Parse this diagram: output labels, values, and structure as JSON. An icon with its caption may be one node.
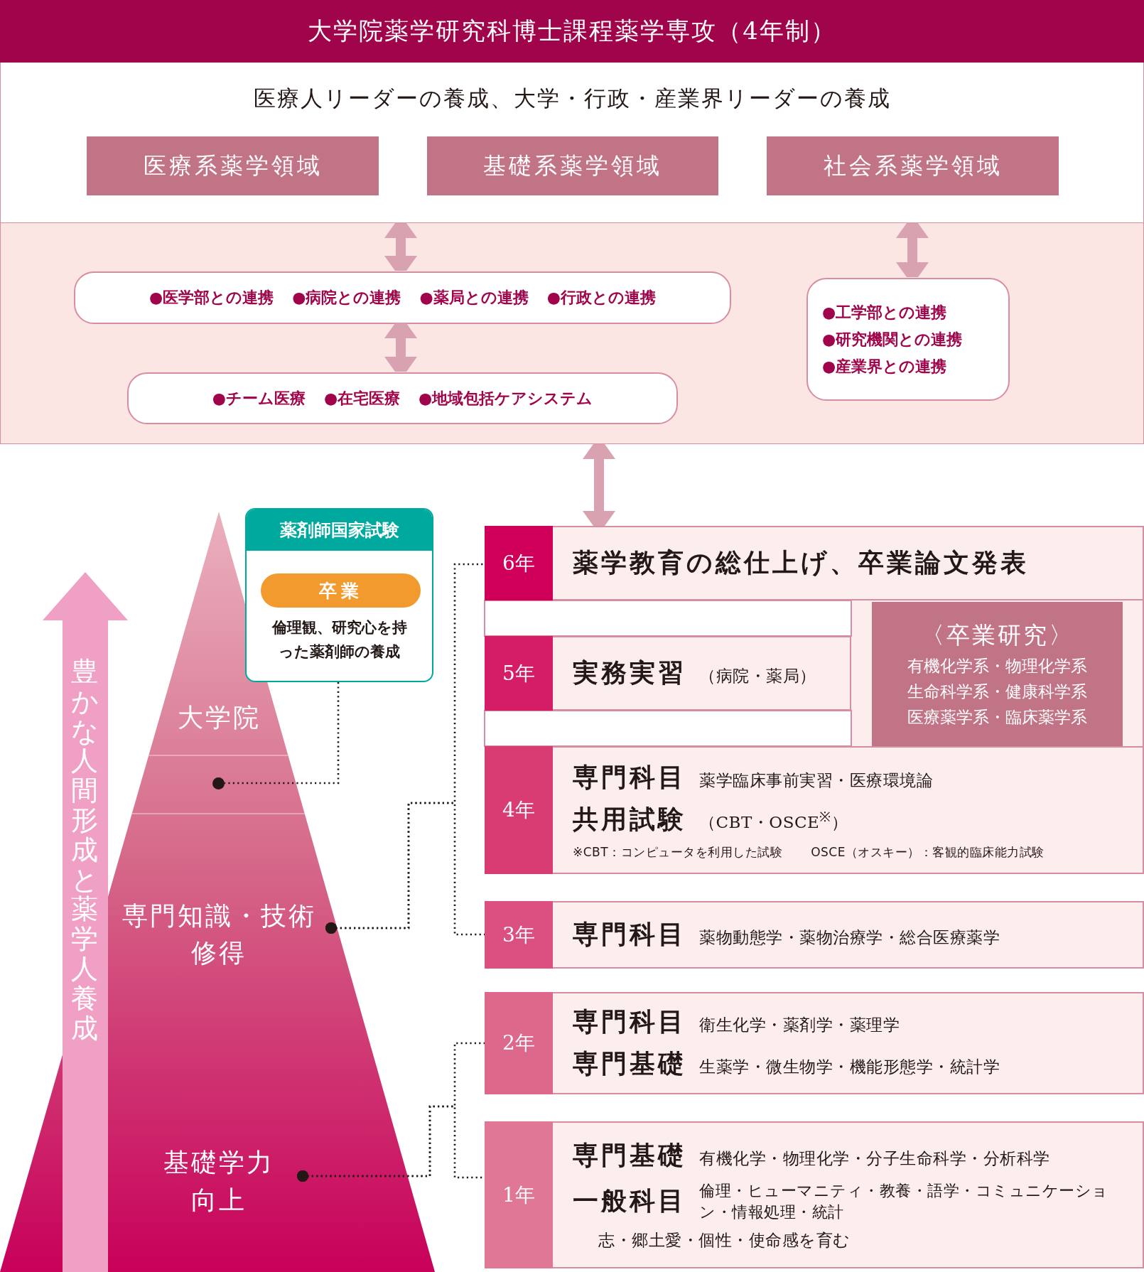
{
  "diagram": {
    "title": "大学院薬学研究科博士課程薬学専攻（4年制）",
    "nodes": [
      {
        "text": [
          "医療人リーダーの養成、大学・行政・産業界リーダーの養成"
        ]
      },
      {
        "text": [
          "医療系薬学領域"
        ],
        "in": 0
      },
      {
        "text": [
          "基礎系薬学領域"
        ],
        "in": 0
      },
      {
        "text": [
          "社会系薬学領域"
        ],
        "in": 0
      },
      {
        "text": [],
        "shape": "box"
      },
      {
        "text": [
          "●医学部との連携",
          "●病院との連携",
          "●薬局との連携",
          "●行政との連携"
        ],
        "in": 4
      },
      {
        "text": [
          "●チーム医療",
          "●在宅医療",
          "●地域包括ケアシステム"
        ],
        "in": 4
      },
      {
        "text": [
          "●工学部との連携",
          "●研究機関との連携",
          "●産業界との連携"
        ],
        "in": 4
      },
      {
        "text": [
          "薬剤師国家試験",
          "倫理観、研究心を持った薬剤師の養成"
        ]
      },
      {
        "text": [
          "卒業"
        ],
        "in": 8
      },
      {
        "text": [
          "大学院"
        ]
      },
      {
        "text": [],
        "shape": "circle"
      },
      {
        "text": [
          "専門知識・技術修得"
        ]
      },
      {
        "text": [
          "基礎学力向上"
        ]
      },
      {
        "text": [
          "豊かな人間形成と薬学人養成"
        ]
      },
      {
        "text": [
          "6年",
          "薬学教育の総仕上げ、卒業論文発表"
        ]
      },
      {
        "text": [
          "5年",
          "実務実習",
          "（病院・薬局）"
        ]
      },
      {
        "text": [
          "4年",
          "専門科目",
          "薬学臨床事前実習・医療環境論",
          "共用試験",
          "（CBT・OSCE$^{※}$）",
          "※CBT：コンピュータを利用した試験",
          "OSCE（オスキー）：客観的臨床能力試験"
        ]
      },
      {
        "text": [
          "3年",
          "専門科目",
          "薬物動態学・薬物治療学・総合医療薬学"
        ]
      },
      {
        "text": [
          "2年",
          "専門科目",
          "衛生化学・薬剤学・薬理学",
          "専門基礎",
          "生薬学・微生物学・機能形態学・統計学"
        ]
      },
      {
        "text": [
          "1年",
          "専門基礎",
          "有機化学・物理化学・分子生命科学・分析科学",
          "一般科目",
          "倫理・ヒューマニティ・教養・語学・コミュニケーション・情報処理・統計",
          "志・郷土愛・個性・使命感を育む"
        ]
      },
      {
        "text": [
          "〈卒業研究〉",
          "有機化学系・物理化学系",
          "生命科学系・健康科学系",
          "医療薬学系・臨床薬学系"
        ]
      }
    ],
    "edges": [
      {
        "from": 0,
        "to": 5,
        "arrow": "both",
        "style": "thick",
        "color": "#d9a2b0"
      },
      {
        "from": 0,
        "to": 7,
        "arrow": "both",
        "style": "thick",
        "color": "#d9a2b0"
      },
      {
        "from": 5,
        "to": 6,
        "arrow": "both",
        "style": "thick",
        "color": "#d9a2b0"
      },
      {
        "from": 4,
        "to": 15,
        "arrow": "both",
        "style": "thick",
        "color": "#d9a2b0"
      },
      {
        "from": 8,
        "to": 11,
        "arrow": "none",
        "style": "dashed"
      },
      {
        "from": 12,
        "to": 15,
        "arrow": "other",
        "style": "dashed"
      },
      {
        "from": 12,
        "to": 18,
        "arrow": "other",
        "style": "dashed"
      },
      {
        "from": 13,
        "to": 19,
        "arrow": "other",
        "style": "dashed"
      },
      {
        "from": 13,
        "to": 20,
        "arrow": "other",
        "style": "dashed"
      }
    ]
  }
}
